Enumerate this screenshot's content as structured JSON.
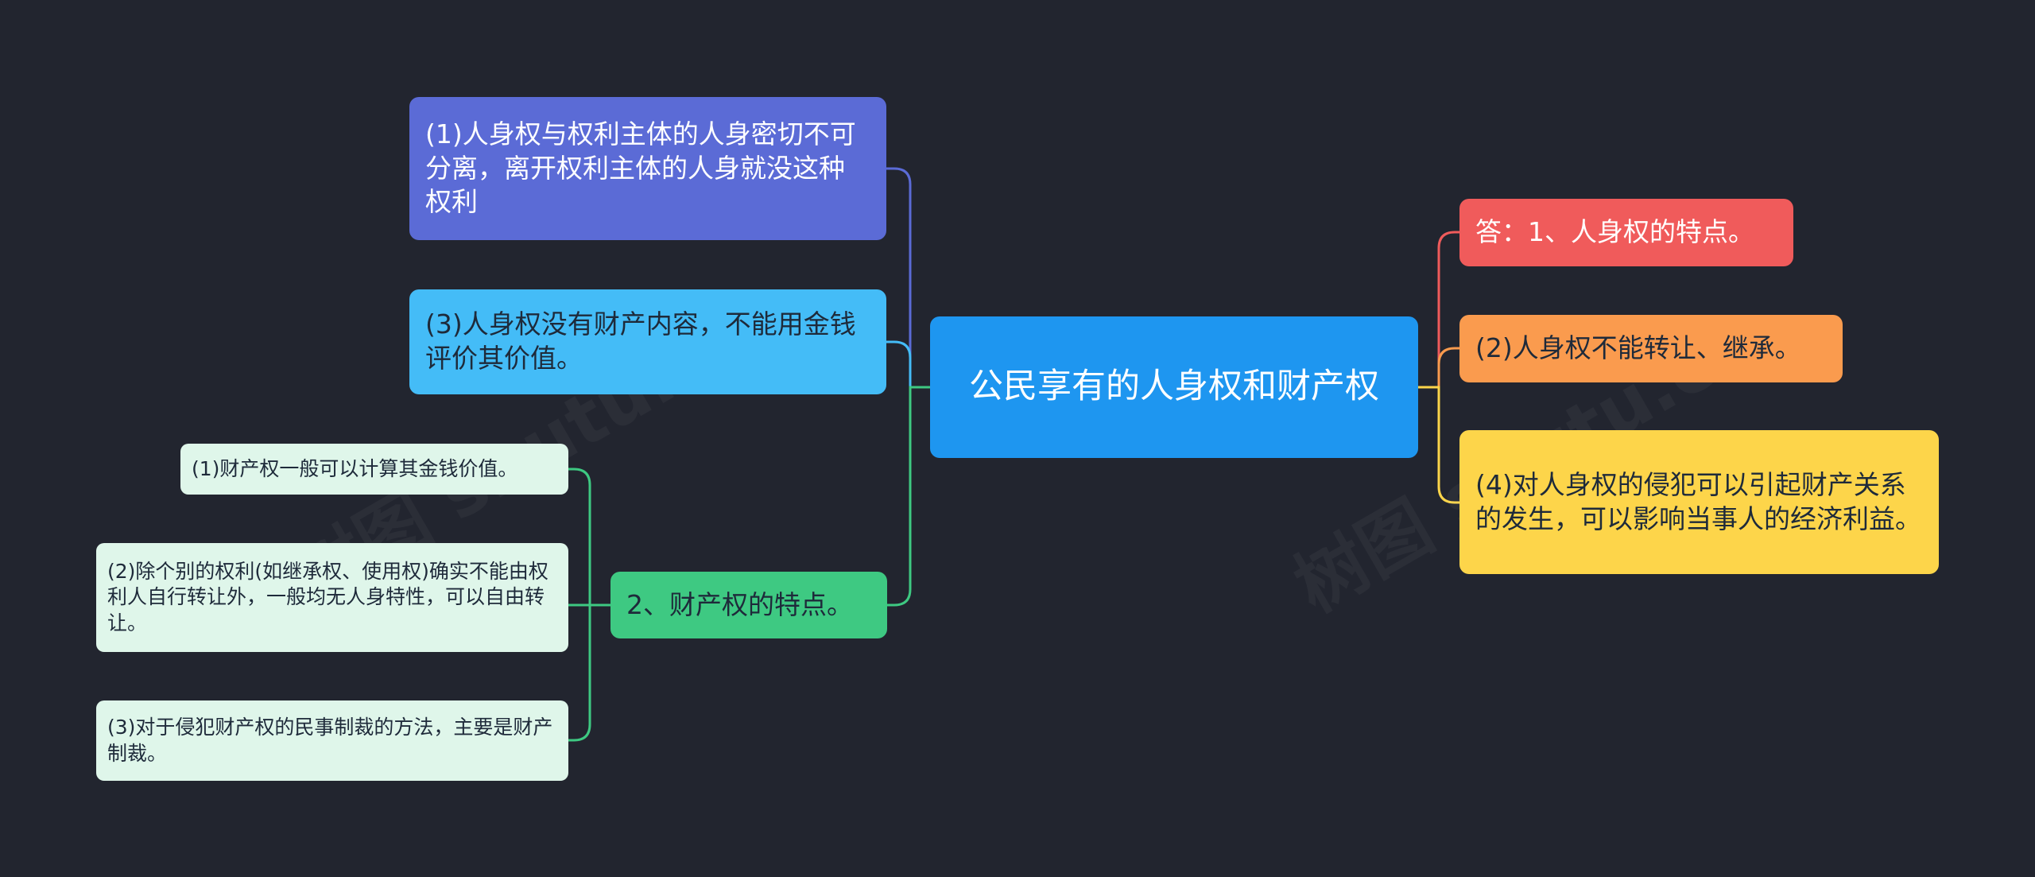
{
  "root": {
    "label": "公民享有的人身权和财产权"
  },
  "left_branches": [
    {
      "label": "(1)人身权与权利主体的人身密切不可分离，离开权利主体的人身就没这种权利",
      "color": "#5b6bd6"
    },
    {
      "label": "(3)人身权没有财产内容，不能用金钱评价其价值。",
      "color": "#44bcf7"
    },
    {
      "label": "2、财产权的特点。",
      "color": "#3ec982",
      "children": [
        {
          "label": "(1)财产权一般可以计算其金钱价值。"
        },
        {
          "label": "(2)除个别的权利(如继承权、使用权)确实不能由权利人自行转让外，一般均无人身特性，可以自由转让。"
        },
        {
          "label": "(3)对于侵犯财产权的民事制裁的方法，主要是财产制裁。"
        }
      ]
    }
  ],
  "right_branches": [
    {
      "label": "答：1、人身权的特点。",
      "color": "#f05b5b"
    },
    {
      "label": "(2)人身权不能转让、继承。",
      "color": "#fa9b4e"
    },
    {
      "label": "(4)对人身权的侵犯可以引起财产关系的发生，可以影响当事人的经济利益。",
      "color": "#fdd54a"
    }
  ],
  "watermark": {
    "text": "树图 shutu.cn"
  },
  "colors": {
    "background": "#22252f",
    "root": "#1e96f0",
    "leaf": "#dff6ea"
  }
}
